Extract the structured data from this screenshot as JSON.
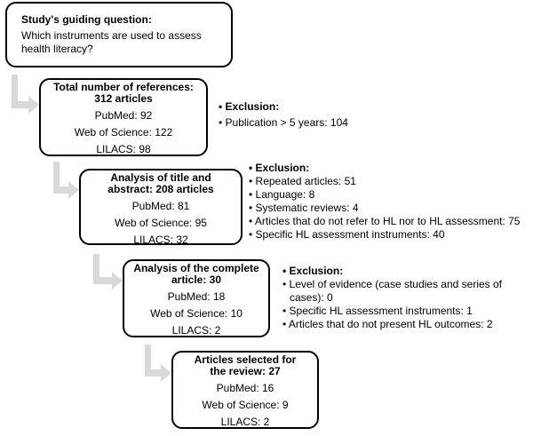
{
  "boxes": {
    "question": {
      "title": "Study's guiding question:",
      "lines": [
        "Which instruments are used to assess",
        "health literacy?"
      ]
    },
    "total": {
      "title_lines": [
        "Total number of references:",
        "312 articles"
      ],
      "lines": [
        "PubMed: 92",
        "Web of Science: 122",
        "LILACS: 98"
      ]
    },
    "title_abstract": {
      "title_lines": [
        "Analysis of title and",
        "abstract: 208 articles"
      ],
      "lines": [
        "PubMed: 81",
        "Web of Science: 95",
        "LILACS: 32"
      ]
    },
    "complete": {
      "title_lines": [
        "Analysis of the complete",
        "article: 30"
      ],
      "lines": [
        "PubMed: 18",
        "Web of Science: 10",
        "LILACS: 2"
      ]
    },
    "selected": {
      "title_lines": [
        "Articles selected for",
        "the review: 27"
      ],
      "lines": [
        "PubMed: 16",
        "Web of Science: 9",
        "LILACS: 2"
      ]
    }
  },
  "exclusions": {
    "first": {
      "heading": "• Exclusion:",
      "items": [
        "• Publication > 5 years: 104"
      ]
    },
    "second": {
      "heading": "• Exclusion:",
      "items": [
        "• Repeated articles: 51",
        "• Language: 8",
        "• Systematic reviews: 4",
        "• Articles that do not refer to HL nor to HL assessment: 75",
        "• Specific HL assessment instruments: 40"
      ]
    },
    "third": {
      "heading": "• Exclusion:",
      "items": [
        "• Level of evidence (case studies and series of cases): 0",
        "• Specific HL assessment instruments: 1",
        "• Articles that do not present HL outcomes: 2"
      ]
    }
  },
  "colors": {
    "arrow": "#d9d9d9",
    "border": "#000000"
  }
}
